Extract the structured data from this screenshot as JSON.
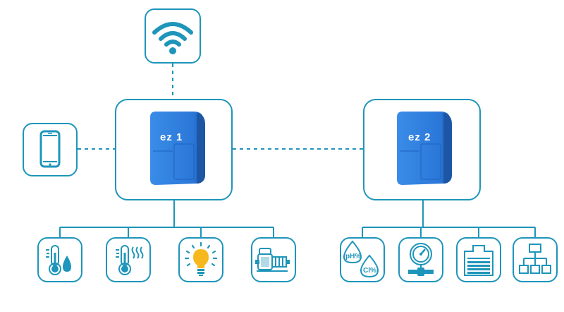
{
  "colors": {
    "accent": "#1e95ba",
    "device_blue": "#2f7fe0",
    "connector": "#1e95ba"
  },
  "hub": {
    "wifi": {
      "icon": "wifi-icon"
    },
    "phone": {
      "icon": "smartphone-icon"
    }
  },
  "controllers": [
    {
      "label": "ez 1",
      "icon": "ez-controller-unit-icon"
    },
    {
      "label": "ez 2",
      "icon": "ez-controller-unit-icon"
    }
  ],
  "controller1_peripherals": [
    {
      "icon": "thermometer-humidity-icon"
    },
    {
      "icon": "thermometer-heat-icon"
    },
    {
      "icon": "light-bulb-icon"
    },
    {
      "icon": "pool-pump-icon"
    }
  ],
  "controller2_peripherals": [
    {
      "icon": "ph-chlorine-sensor-icon",
      "labels": [
        "pH%",
        "Cl%"
      ]
    },
    {
      "icon": "pressure-gauge-icon"
    },
    {
      "icon": "pool-cover-icon"
    },
    {
      "icon": "network-hierarchy-icon"
    }
  ]
}
